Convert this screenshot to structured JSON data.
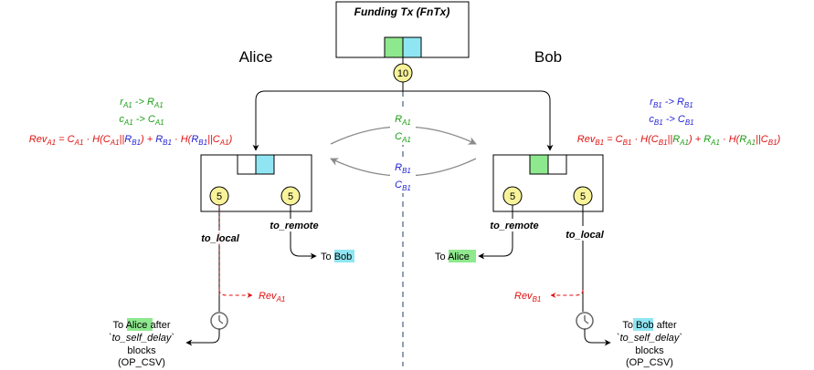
{
  "funding": {
    "title": "Funding Tx (FnTx)",
    "circle_value": "10"
  },
  "parties": {
    "alice": "Alice",
    "bob": "Bob"
  },
  "colors": {
    "green": "#1a9d12",
    "blue": "#1f1fd6",
    "red": "#e01010",
    "fill_green": "#8ee88e",
    "fill_cyan": "#8fe6f2",
    "circle_fill": "#f8f39a"
  },
  "alice_keys": {
    "r": {
      "base": "r",
      "sub": "A1",
      "arrow": " -> ",
      "base2": "R",
      "sub2": "A1"
    },
    "c": {
      "base": "c",
      "sub": "A1",
      "arrow": " -> ",
      "base2": "C",
      "sub2": "A1"
    }
  },
  "bob_keys": {
    "r": {
      "base": "r",
      "sub": "B1",
      "arrow": " -> ",
      "base2": "R",
      "sub2": "B1"
    },
    "c": {
      "base": "c",
      "sub": "B1",
      "arrow": " -> ",
      "base2": "C",
      "sub2": "B1"
    }
  },
  "exchange": {
    "to_bob": [
      {
        "base": "R",
        "sub": "A1"
      },
      {
        "base": "C",
        "sub": "A1"
      }
    ],
    "to_alice": [
      {
        "base": "R",
        "sub": "B1"
      },
      {
        "base": "C",
        "sub": "B1"
      }
    ]
  },
  "alice_commitment": {
    "circle_left": "5",
    "circle_right": "5",
    "to_local": "to_local",
    "to_remote": "to_remote",
    "to_remote_dest_prefix": "To ",
    "to_remote_dest": "Bob",
    "revocation": {
      "base": "Rev",
      "sub": "A1"
    },
    "delayed": {
      "line1_prefix": "To ",
      "line1_name": "Alice",
      "line1_suffix": " after",
      "line2": "`to_self_delay`",
      "line3": "blocks",
      "line4": "(OP_CSV)"
    }
  },
  "bob_commitment": {
    "circle_left": "5",
    "circle_right": "5",
    "to_local": "to_local",
    "to_remote": "to_remote",
    "to_remote_dest_prefix": "To ",
    "to_remote_dest": "Alice",
    "revocation": {
      "base": "Rev",
      "sub": "B1"
    },
    "delayed": {
      "line1_prefix": "To ",
      "line1_name": "Bob",
      "line1_suffix": " after",
      "line2": "`to_self_delay`",
      "line3": "blocks",
      "line4": "(OP_CSV)"
    }
  },
  "alice_rev_formula": [
    {
      "t": "Rev",
      "c": "red"
    },
    {
      "t": "A1",
      "c": "red",
      "sub": true
    },
    {
      "t": " = C",
      "c": "red"
    },
    {
      "t": "A1",
      "c": "red",
      "sub": true
    },
    {
      "t": " · H(C",
      "c": "red"
    },
    {
      "t": "A1",
      "c": "red",
      "sub": true
    },
    {
      "t": "||",
      "c": "red"
    },
    {
      "t": "R",
      "c": "blue"
    },
    {
      "t": "B1",
      "c": "blue",
      "sub": true
    },
    {
      "t": ") + ",
      "c": "red"
    },
    {
      "t": "R",
      "c": "blue"
    },
    {
      "t": "B1",
      "c": "blue",
      "sub": true
    },
    {
      "t": " · H(",
      "c": "red"
    },
    {
      "t": "R",
      "c": "blue"
    },
    {
      "t": "B1",
      "c": "blue",
      "sub": true
    },
    {
      "t": "||C",
      "c": "red"
    },
    {
      "t": "A1",
      "c": "red",
      "sub": true
    },
    {
      "t": ")",
      "c": "red"
    }
  ],
  "bob_rev_formula": [
    {
      "t": "Rev",
      "c": "red"
    },
    {
      "t": "B1",
      "c": "red",
      "sub": true
    },
    {
      "t": " = C",
      "c": "red"
    },
    {
      "t": "B1",
      "c": "red",
      "sub": true
    },
    {
      "t": " · H(C",
      "c": "red"
    },
    {
      "t": "B1",
      "c": "red",
      "sub": true
    },
    {
      "t": "||",
      "c": "red"
    },
    {
      "t": "R",
      "c": "green"
    },
    {
      "t": "A1",
      "c": "green",
      "sub": true
    },
    {
      "t": ") + ",
      "c": "red"
    },
    {
      "t": "R",
      "c": "green"
    },
    {
      "t": "A1",
      "c": "green",
      "sub": true
    },
    {
      "t": " · H(",
      "c": "red"
    },
    {
      "t": "R",
      "c": "green"
    },
    {
      "t": "A1",
      "c": "green",
      "sub": true
    },
    {
      "t": "||C",
      "c": "red"
    },
    {
      "t": "B1",
      "c": "red",
      "sub": true
    },
    {
      "t": ")",
      "c": "red"
    }
  ]
}
